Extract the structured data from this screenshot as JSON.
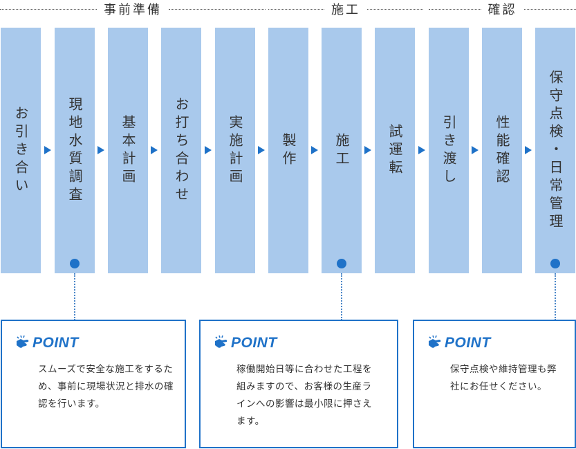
{
  "phases": [
    {
      "label": "事前準備"
    },
    {
      "label": "施工"
    },
    {
      "label": "確認"
    }
  ],
  "steps": [
    {
      "label": "お引き合い"
    },
    {
      "label": "現地水質調査"
    },
    {
      "label": "基本計画"
    },
    {
      "label": "お打ち合わせ"
    },
    {
      "label": "実施計画"
    },
    {
      "label": "製作"
    },
    {
      "label": "施工"
    },
    {
      "label": "試運転"
    },
    {
      "label": "引き渡し"
    },
    {
      "label": "性能確認"
    },
    {
      "label": "保守点検・日常管理"
    }
  ],
  "points": [
    {
      "title": "POINT",
      "text": "スムーズで安全な施工をするため、事前に現場状況と排水の確認を行います。",
      "step": "現地水質調査"
    },
    {
      "title": "POINT",
      "text": "稼働開始日等に合わせた工程を組みますので、お客様の生産ラインへの影響は最小限に押さえます。",
      "step": "施工"
    },
    {
      "title": "POINT",
      "text": "保守点検や維持管理も弊社にお任せください。",
      "step": "保守点検・日常管理"
    }
  ],
  "colors": {
    "column": "#a9c9ec",
    "accent": "#1f72c8",
    "text": "#333333"
  },
  "icons": [
    "arrow-right-icon",
    "pointing-hand-icon"
  ]
}
